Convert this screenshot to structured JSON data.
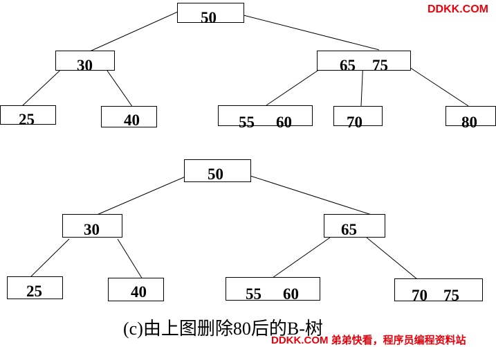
{
  "watermarks": {
    "top_right": "DDKK.COM",
    "bottom_right": "DDKK.COM 弟弟快看，程序员编程资料站"
  },
  "caption": "(c)由上图删除80后的B-树",
  "tree_before": {
    "root": {
      "keys": [
        "50"
      ]
    },
    "level1": [
      {
        "keys": [
          "30"
        ]
      },
      {
        "keys": [
          "65",
          "75"
        ]
      }
    ],
    "leaves": [
      {
        "keys": [
          "25"
        ]
      },
      {
        "keys": [
          "40"
        ]
      },
      {
        "keys": [
          "55",
          "60"
        ]
      },
      {
        "keys": [
          "70"
        ]
      },
      {
        "keys": [
          "80"
        ]
      }
    ]
  },
  "tree_after": {
    "root": {
      "keys": [
        "50"
      ]
    },
    "level1": [
      {
        "keys": [
          "30"
        ]
      },
      {
        "keys": [
          "65"
        ]
      }
    ],
    "leaves": [
      {
        "keys": [
          "25"
        ]
      },
      {
        "keys": [
          "40"
        ]
      },
      {
        "keys": [
          "55",
          "60"
        ]
      },
      {
        "keys": [
          "70",
          "75"
        ]
      }
    ]
  }
}
